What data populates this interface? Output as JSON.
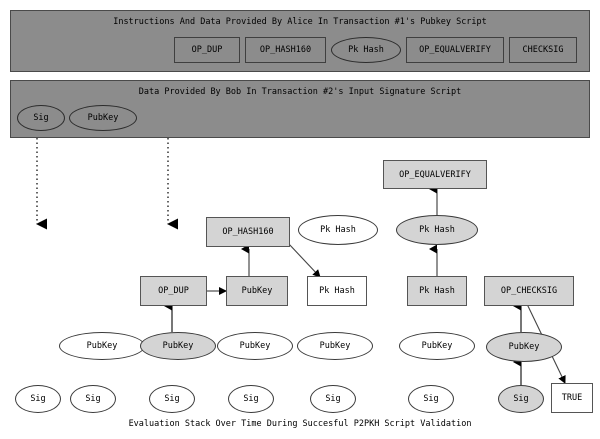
{
  "figure": {
    "caption": "Evaluation Stack Over Time During Succesful P2PKH Script Validation"
  },
  "pubkey_script_panel": {
    "title": "Instructions And Data Provided By Alice In Transaction #1's Pubkey Script",
    "items": [
      {
        "label": "OP_DUP",
        "shape": "box"
      },
      {
        "label": "OP_HASH160",
        "shape": "box"
      },
      {
        "label": "Pk Hash",
        "shape": "ellipse"
      },
      {
        "label": "OP_EQUALVERIFY",
        "shape": "box"
      },
      {
        "label": "CHECKSIG",
        "shape": "box"
      }
    ]
  },
  "signature_script_panel": {
    "title": "Data Provided By Bob In Transaction #2's Input Signature Script",
    "items": [
      {
        "label": "Sig",
        "shape": "ellipse"
      },
      {
        "label": "PubKey",
        "shape": "ellipse"
      }
    ]
  },
  "stack_columns": [
    {
      "name": "column-1-initial",
      "cells": [
        {
          "label": "Sig",
          "shape": "ellipse",
          "fill": "white",
          "row": "sig"
        },
        {
          "label": "PubKey",
          "shape": "ellipse",
          "fill": "white",
          "row": "pubkey"
        }
      ]
    },
    {
      "name": "column-2-op-dup",
      "cells": [
        {
          "label": "Sig",
          "shape": "ellipse",
          "fill": "white",
          "row": "sig"
        },
        {
          "label": "PubKey",
          "shape": "ellipse",
          "fill": "gray",
          "row": "pubkey"
        },
        {
          "label": "OP_DUP",
          "shape": "box",
          "fill": "gray",
          "row": "op1"
        }
      ]
    },
    {
      "name": "column-3-duplicated-pubkey",
      "cells": [
        {
          "label": "Sig",
          "shape": "ellipse",
          "fill": "white",
          "row": "sig"
        },
        {
          "label": "PubKey",
          "shape": "ellipse",
          "fill": "white",
          "row": "pubkey"
        },
        {
          "label": "PubKey",
          "shape": "box",
          "fill": "gray",
          "row": "op1"
        },
        {
          "label": "OP_HASH160",
          "shape": "box",
          "fill": "gray",
          "row": "op2"
        }
      ]
    },
    {
      "name": "column-4-hashed-pubkey",
      "cells": [
        {
          "label": "Sig",
          "shape": "ellipse",
          "fill": "white",
          "row": "sig"
        },
        {
          "label": "PubKey",
          "shape": "ellipse",
          "fill": "white",
          "row": "pubkey"
        },
        {
          "label": "Pk Hash",
          "shape": "box",
          "fill": "white",
          "row": "op1"
        },
        {
          "label": "Pk Hash",
          "shape": "ellipse",
          "fill": "white",
          "row": "op2"
        }
      ]
    },
    {
      "name": "column-5-op-equalverify",
      "cells": [
        {
          "label": "Sig",
          "shape": "ellipse",
          "fill": "white",
          "row": "sig"
        },
        {
          "label": "PubKey",
          "shape": "ellipse",
          "fill": "white",
          "row": "pubkey"
        },
        {
          "label": "Pk Hash",
          "shape": "box",
          "fill": "gray",
          "row": "op1"
        },
        {
          "label": "Pk Hash",
          "shape": "ellipse",
          "fill": "gray",
          "row": "op2"
        },
        {
          "label": "OP_EQUALVERIFY",
          "shape": "box",
          "fill": "gray",
          "row": "op3"
        }
      ]
    },
    {
      "name": "column-6-after-verify",
      "cells": [
        {
          "label": "Sig",
          "shape": "ellipse",
          "fill": "white",
          "row": "sig"
        },
        {
          "label": "PubKey",
          "shape": "ellipse",
          "fill": "white",
          "row": "pubkey"
        }
      ]
    },
    {
      "name": "column-7-op-checksig",
      "cells": [
        {
          "label": "Sig",
          "shape": "ellipse",
          "fill": "gray",
          "row": "sig"
        },
        {
          "label": "PubKey",
          "shape": "ellipse",
          "fill": "gray",
          "row": "pubkey"
        },
        {
          "label": "OP_CHECKSIG",
          "shape": "box",
          "fill": "gray",
          "row": "op1"
        }
      ]
    },
    {
      "name": "column-8-result",
      "cells": [
        {
          "label": "TRUE",
          "shape": "box",
          "fill": "white",
          "row": "sig"
        }
      ]
    }
  ]
}
